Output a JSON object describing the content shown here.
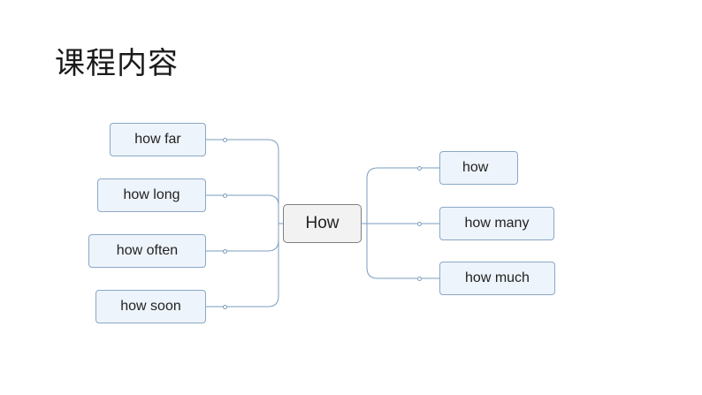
{
  "title": "课程内容",
  "diagram": {
    "center": "How",
    "left": [
      "how far",
      "how long",
      "how often",
      "how soon"
    ],
    "right": [
      "how",
      "how many",
      "how much"
    ]
  },
  "colors": {
    "line": "#7a9cbe",
    "node_fill": "#eef4fb",
    "node_border": "#8aa8c7",
    "center_fill": "#f2f2f2"
  }
}
